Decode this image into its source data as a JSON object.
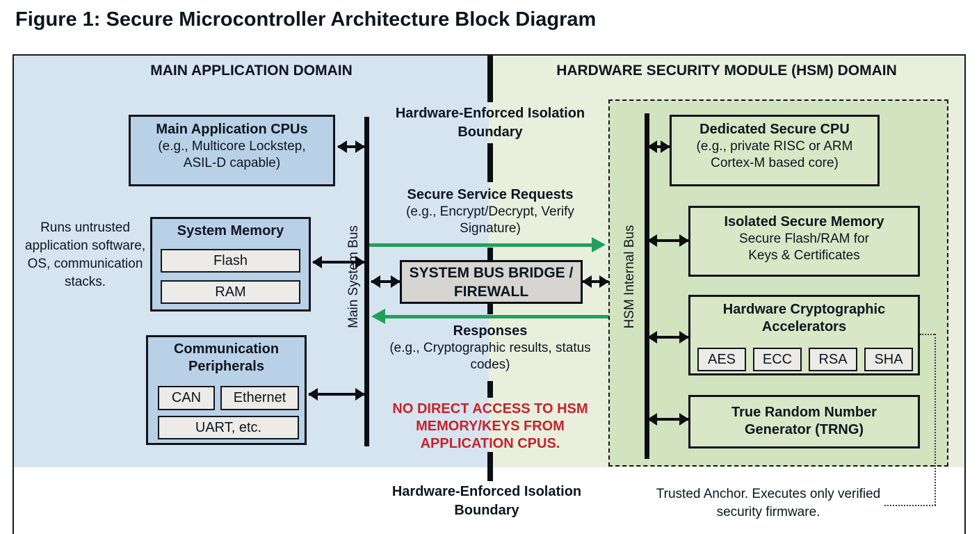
{
  "figure_title": "Figure 1: Secure Microcontroller Architecture Block Diagram",
  "main_domain": {
    "header": "MAIN APPLICATION DOMAIN",
    "side_note": "Runs untrusted application software, OS, communication stacks.",
    "cpu_block": {
      "title": "Main Application CPUs",
      "subtitle": "(e.g., Multicore Lockstep, ASIL-D capable)"
    },
    "memory_block": {
      "title": "System Memory",
      "items": [
        "Flash",
        "RAM"
      ]
    },
    "peripherals_block": {
      "title": "Communication Peripherals",
      "items": [
        "CAN",
        "Ethernet",
        "UART, etc."
      ]
    },
    "bus_label": "Main System Bus"
  },
  "center": {
    "isolation_boundary_top": "Hardware-Enforced Isolation Boundary",
    "isolation_boundary_bottom": "Hardware-Enforced Isolation Boundary",
    "requests": {
      "title": "Secure Service Requests",
      "subtitle": "(e.g., Encrypt/Decrypt, Verify Signature)"
    },
    "bridge": {
      "title": "SYSTEM BUS BRIDGE / FIREWALL"
    },
    "responses": {
      "title": "Responses",
      "subtitle": "(e.g., Cryptographic results, status codes)"
    },
    "warning": "NO DIRECT ACCESS TO HSM MEMORY/KEYS FROM APPLICATION CPUS."
  },
  "hsm_domain": {
    "header": "HARDWARE SECURITY MODULE (HSM) DOMAIN",
    "bus_label": "HSM Internal Bus",
    "cpu_block": {
      "title": "Dedicated Secure CPU",
      "subtitle": "(e.g., private RISC or ARM Cortex-M based core)"
    },
    "memory_block": {
      "title": "Isolated Secure Memory",
      "subtitle": "Secure Flash/RAM for Keys & Certificates"
    },
    "crypto_block": {
      "title": "Hardware Cryptographic Accelerators",
      "items": [
        "AES",
        "ECC",
        "RSA",
        "SHA"
      ]
    },
    "trng_block": {
      "title": "True Random Number Generator (TRNG)"
    },
    "anchor_note": "Trusted Anchor. Executes only verified security firmware."
  },
  "colors": {
    "domain_blue": "#d6e4f0",
    "block_blue": "#b9d1e7",
    "domain_green": "#e8f0dd",
    "hsm_inner_green": "#d2e3bf",
    "hsm_block_green": "#d8e8c6",
    "item_gray": "#edebe7",
    "bridge_gray": "#d7d5d2",
    "arrow_green": "#21a05c",
    "warning_red": "#c5232c"
  }
}
